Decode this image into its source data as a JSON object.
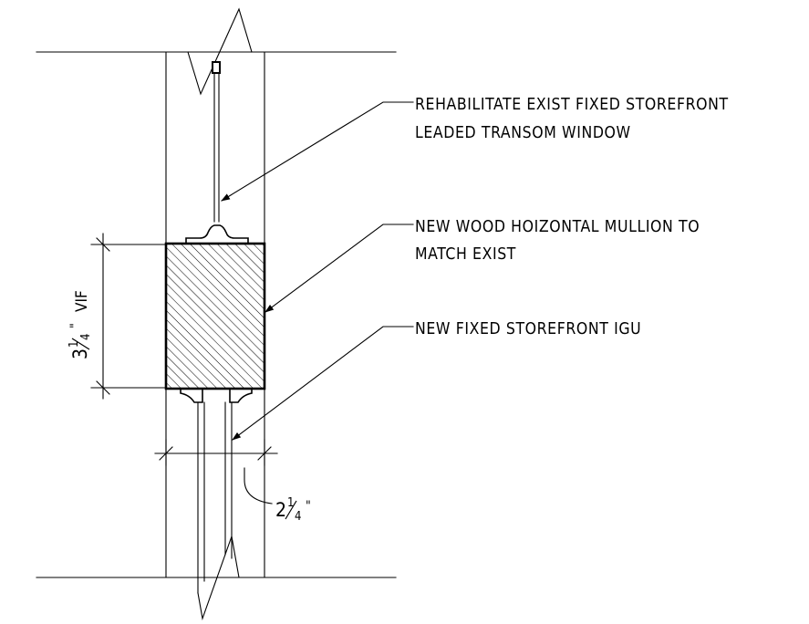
{
  "callouts": [
    {
      "lines": [
        "REHABILITATE EXIST FIXED STOREFRONT",
        "LEADED TRANSOM WINDOW"
      ]
    },
    {
      "lines": [
        "NEW WOOD HOIZONTAL MULLION TO",
        "MATCH EXIST"
      ]
    },
    {
      "lines": [
        "NEW FIXED STOREFRONT IGU"
      ]
    }
  ],
  "dimensions": {
    "height": {
      "whole": "3",
      "num": "1",
      "den": "4",
      "inch": "\"",
      "note": "VIF"
    },
    "width": {
      "whole": "2",
      "num": "1",
      "den": "4",
      "inch": "\""
    }
  }
}
